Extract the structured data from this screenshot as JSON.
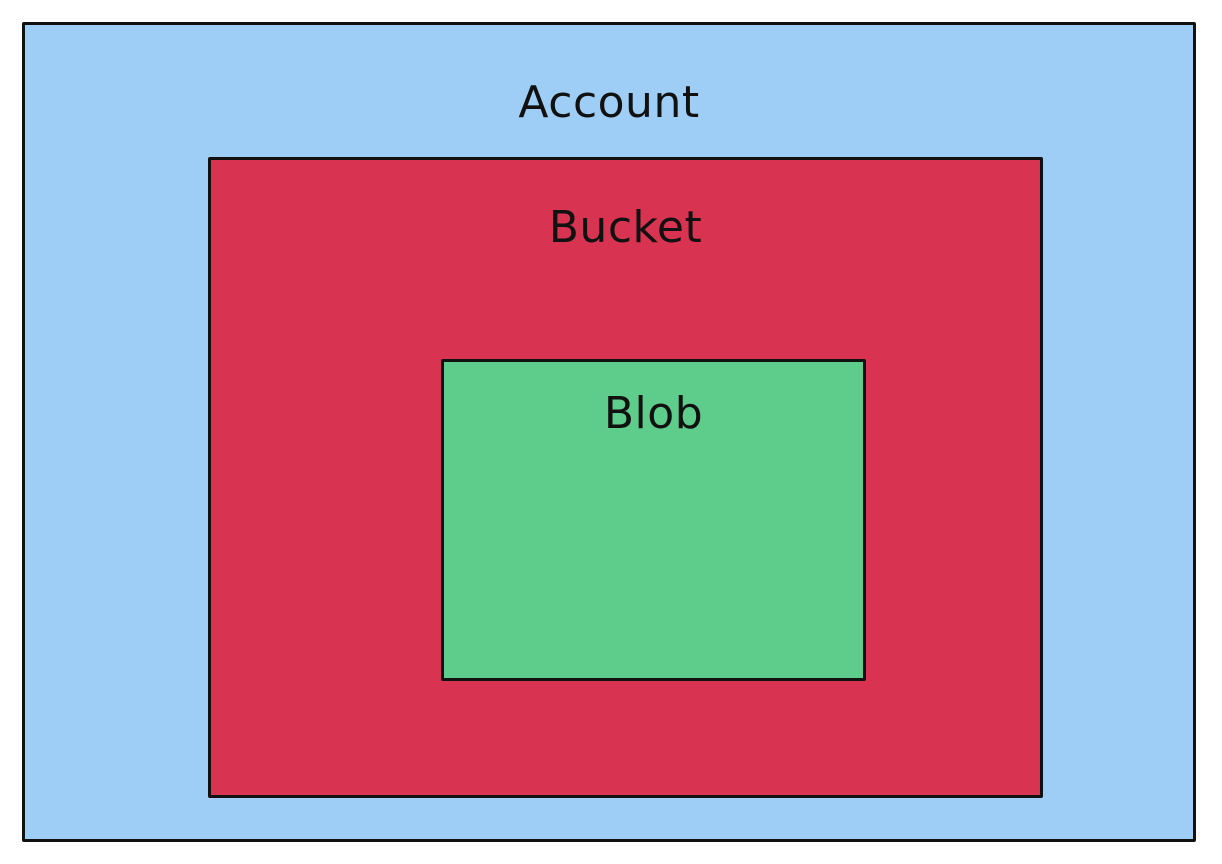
{
  "diagram": {
    "account": {
      "label": "Account",
      "color": "#9ecef6"
    },
    "bucket": {
      "label": "Bucket",
      "color": "#d83350"
    },
    "blob": {
      "label": "Blob",
      "color": "#5ecd8b"
    },
    "border_color": "#111111"
  }
}
